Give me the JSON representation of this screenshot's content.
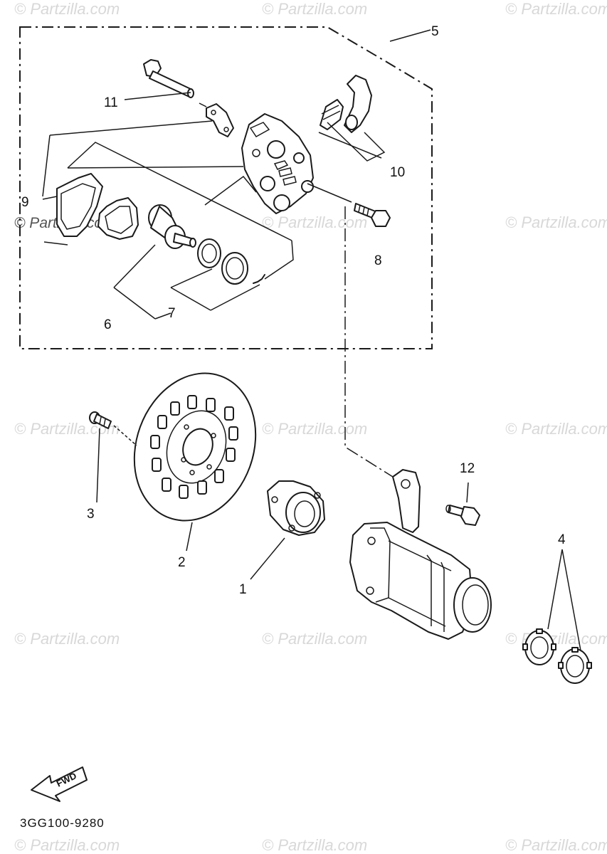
{
  "watermark": "© Partzilla.com",
  "diagram_code": "3GG100-9280",
  "fwd_label": "FWD",
  "callouts": {
    "c1": "1",
    "c2": "2",
    "c3": "3",
    "c4": "4",
    "c5": "5",
    "c6": "6",
    "c7": "7",
    "c8": "8",
    "c9": "9",
    "c10": "10",
    "c11": "11",
    "c12": "12"
  }
}
